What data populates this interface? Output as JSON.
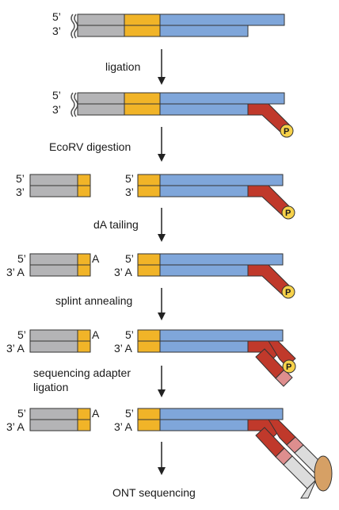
{
  "steps": [
    "ligation",
    "EcoRV digestion",
    "dA tailing",
    "splint annealing",
    "sequencing adapter",
    "ligation",
    "ONT sequencing"
  ],
  "ends": {
    "five": "5’",
    "three": "3’",
    "three_a": "3’ A",
    "a": "A"
  },
  "phosphate": "P",
  "colors": {
    "gray": "#b4b4b6",
    "yellow": "#f1b428",
    "blue": "#7fa6da",
    "red": "#c0392b",
    "pink": "#de8e8e",
    "adapter_gray": "#dcdcdc",
    "motor": "#d6a065",
    "phos": "#f7d24a"
  }
}
